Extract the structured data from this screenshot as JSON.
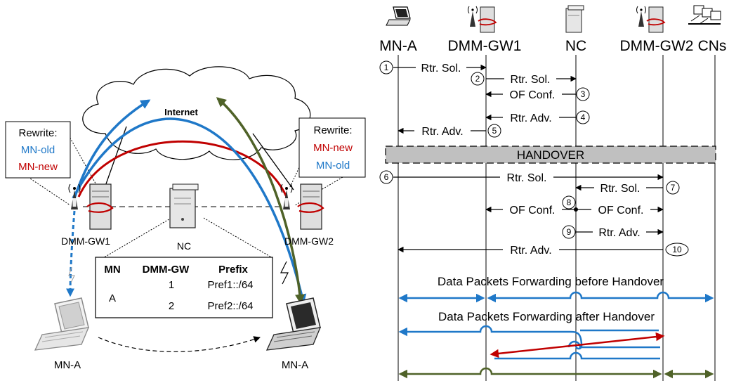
{
  "topology": {
    "cloud_label": "Internet",
    "left_gateway_label": "DMM-GW1",
    "right_gateway_label": "DMM-GW2",
    "controller_label": "NC",
    "mobile_old_label": "MN-A",
    "mobile_new_label": "MN-A",
    "left_rewrite": {
      "title": "Rewrite:",
      "from": "MN-old",
      "to": "MN-new"
    },
    "right_rewrite": {
      "title": "Rewrite:",
      "from": "MN-new",
      "to": "MN-old"
    },
    "table": {
      "headers": [
        "MN",
        "DMM-GW",
        "Prefix"
      ],
      "mn_value": "A",
      "rows": [
        {
          "gw": "1",
          "prefix": "Pref1::/64"
        },
        {
          "gw": "2",
          "prefix": "Pref2::/64"
        }
      ]
    }
  },
  "sequence": {
    "entities": [
      "MN-A",
      "DMM-GW1",
      "NC",
      "DMM-GW2",
      "CNs"
    ],
    "messages": [
      {
        "step": "1",
        "label": "Rtr. Sol."
      },
      {
        "step": "2",
        "label": "Rtr. Sol."
      },
      {
        "step": "3",
        "label": "OF Conf."
      },
      {
        "step": "4",
        "label": "Rtr. Adv."
      },
      {
        "step": "5",
        "label": "Rtr. Adv."
      },
      {
        "step": "6",
        "label": "Rtr. Sol."
      },
      {
        "step": "7",
        "label": "Rtr. Sol."
      },
      {
        "step": "8",
        "label": "OF Conf.",
        "label2": "OF Conf."
      },
      {
        "step": "9",
        "label": "Rtr. Adv."
      },
      {
        "step": "10",
        "label": "Rtr. Adv."
      }
    ],
    "handover_label": "HANDOVER",
    "data_before_label": "Data Packets Forwarding before Handover",
    "data_after_label": "Data Packets Forwarding after Handover"
  },
  "colors": {
    "blue": "#1f78c8",
    "red": "#c00000",
    "green": "#4f6228",
    "handover_bar": "#c0c0c0"
  }
}
